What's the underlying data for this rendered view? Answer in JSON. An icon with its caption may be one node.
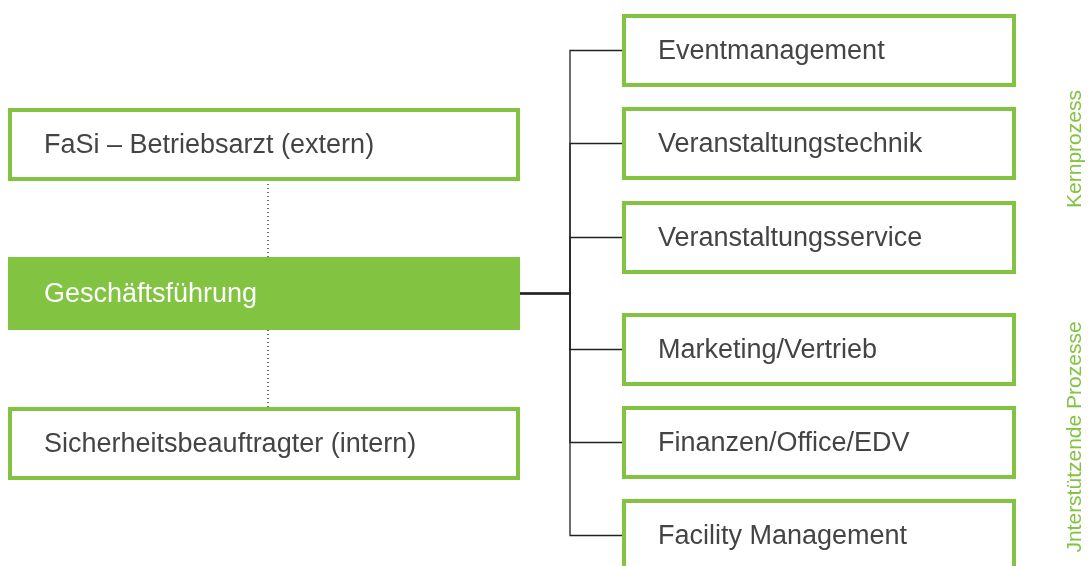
{
  "diagram": {
    "nodes": [
      {
        "text": [
          "FaSi – Betriebsarzt (extern)"
        ]
      },
      {
        "text": [
          "Geschäftsführung"
        ]
      },
      {
        "text": [
          "Sicherheitsbeauftragter (intern)"
        ]
      },
      {
        "text": [
          "Eventmanagement"
        ]
      },
      {
        "text": [
          "Veranstaltungstechnik"
        ]
      },
      {
        "text": [
          "Veranstaltungsservice"
        ]
      },
      {
        "text": [
          "Marketing/Vertrieb"
        ]
      },
      {
        "text": [
          "Finanzen/Office/EDV"
        ]
      },
      {
        "text": [
          "Facility Management"
        ]
      }
    ],
    "edges": [
      {
        "from": 1,
        "to": 0,
        "arrow": "none",
        "style": "dashed"
      },
      {
        "from": 1,
        "to": 2,
        "arrow": "none",
        "style": "dashed"
      },
      {
        "from": 1,
        "to": 3,
        "arrow": "none"
      },
      {
        "from": 1,
        "to": 4,
        "arrow": "none"
      },
      {
        "from": 1,
        "to": 5,
        "arrow": "none"
      },
      {
        "from": 1,
        "to": 6,
        "arrow": "none"
      },
      {
        "from": 1,
        "to": 7,
        "arrow": "none"
      },
      {
        "from": 1,
        "to": 8,
        "arrow": "none"
      }
    ],
    "labels": [
      "Kernprozess",
      "Jnterstützende Prozesse"
    ]
  }
}
